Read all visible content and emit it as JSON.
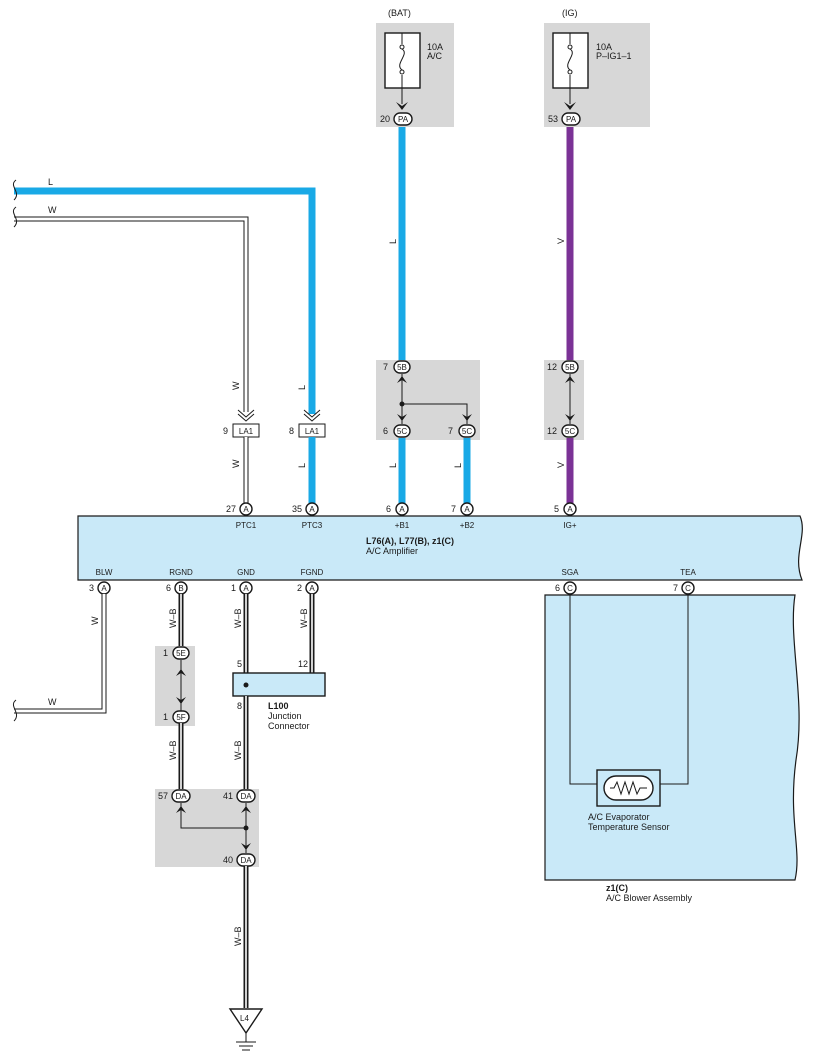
{
  "fuses": {
    "bat": {
      "supply": "(BAT)",
      "rating": "10A",
      "name": "A/C",
      "pin_no": "20",
      "pin": "PA"
    },
    "ig": {
      "supply": "(IG)",
      "rating": "10A",
      "name": "P–IG1–1",
      "pin_no": "53",
      "pin": "PA"
    }
  },
  "wires": {
    "top_left_l": "L",
    "top_left_w": "W",
    "la1_w_upper": "W",
    "la1_w_lower": "W",
    "la1_l_upper": "L",
    "la1_l_lower": "L",
    "bat_l": "L",
    "bat_l_lower": "L",
    "b2_l": "L",
    "ig_v": "V",
    "ig_v_lower": "V",
    "blw_w": "W",
    "blw_w_left": "W",
    "rgnd_wb": "W–B",
    "rgnd_wb_lower": "W–B",
    "gnd_wb": "W–B",
    "gnd_wb_lower": "W–B",
    "fgnd_wb": "W–B",
    "ground_wb": "W–B"
  },
  "connectors": {
    "la1_w": {
      "no": "9",
      "label": "LA1"
    },
    "la1_l": {
      "no": "8",
      "label": "LA1"
    },
    "bat_5b": {
      "no": "7",
      "label": "5B"
    },
    "bat_5c": {
      "no": "6",
      "label": "5C"
    },
    "b2_5c": {
      "no": "7",
      "label": "5C"
    },
    "ig_5b": {
      "no": "12",
      "label": "5B"
    },
    "ig_5c": {
      "no": "12",
      "label": "5C"
    },
    "rgnd_5e": {
      "no": "1",
      "label": "5E"
    },
    "rgnd_5f": {
      "no": "1",
      "label": "5F"
    },
    "da57": {
      "no": "57",
      "label": "DA"
    },
    "da41": {
      "no": "41",
      "label": "DA"
    },
    "da40": {
      "no": "40",
      "label": "DA"
    }
  },
  "amplifier": {
    "title": "L76(A), L77(B), z1(C)",
    "name": "A/C Amplifier",
    "top_pins": [
      {
        "no": "27",
        "pin": "A",
        "term": "PTC1"
      },
      {
        "no": "35",
        "pin": "A",
        "term": "PTC3"
      },
      {
        "no": "6",
        "pin": "A",
        "term": "+B1"
      },
      {
        "no": "7",
        "pin": "A",
        "term": "+B2"
      },
      {
        "no": "5",
        "pin": "A",
        "term": "IG+"
      }
    ],
    "bottom_pins": [
      {
        "no": "3",
        "pin": "A",
        "term": "BLW"
      },
      {
        "no": "6",
        "pin": "B",
        "term": "RGND"
      },
      {
        "no": "1",
        "pin": "A",
        "term": "GND"
      },
      {
        "no": "2",
        "pin": "A",
        "term": "FGND"
      },
      {
        "no": "6",
        "pin": "C",
        "term": "SGA"
      },
      {
        "no": "7",
        "pin": "C",
        "term": "TEA"
      }
    ]
  },
  "junction": {
    "id": "L100",
    "name_line1": "Junction",
    "name_line2": "Connector",
    "pin_in1": "5",
    "pin_in2": "12",
    "pin_out": "8"
  },
  "sensor": {
    "line1": "A/C Evaporator",
    "line2": "Temperature Sensor"
  },
  "blower": {
    "id": "z1(C)",
    "name": "A/C Blower Assembly"
  },
  "ground": {
    "label": "L4"
  }
}
